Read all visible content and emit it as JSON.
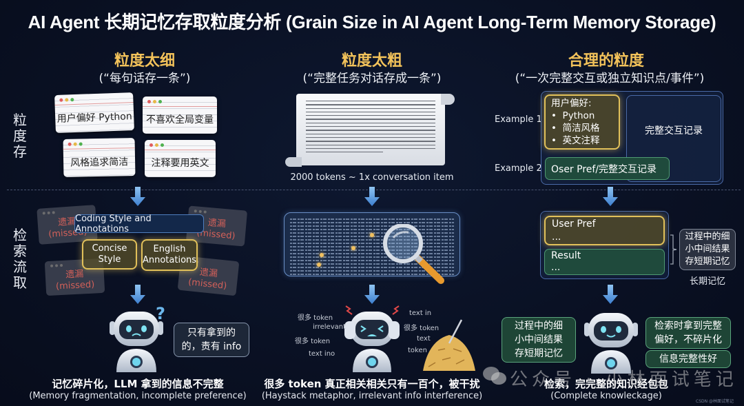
{
  "title": "AI Agent 长期记忆存取粒度分析 (Grain Size in AI Agent Long-Term Memory Storage)",
  "row_labels": {
    "store": "粒度存",
    "retrieve": "检索流取"
  },
  "columns": [
    {
      "heading": "粒度太细",
      "subheading": "(“每句话存一条”)",
      "store_cards": [
        "用户偏好 Python",
        "不喜欢全局变量",
        "风格追求简洁",
        "注释要用英文"
      ],
      "retrieve": {
        "query_label": "Coding Style and Annotations",
        "hits": [
          "Concise\nStyle",
          "English\nAnnotations"
        ],
        "missed_label": "遗漏",
        "missed_sub": "(missed)"
      },
      "robot_state": "confused",
      "speech_bubble": "只有拿到的\n的，责有 info",
      "result_zh": "记忆碎片化，LLM 拿到的信息不完整",
      "result_en": "(Memory fragmentation, incomplete preference)"
    },
    {
      "heading": "粒度太粗",
      "subheading": "(“完整任务对话存成一条”)",
      "scroll_caption": "2000 tokens ~ 1x conversation item",
      "robot_state": "overwhelmed",
      "noise_words_left": [
        "很多 token",
        "irrelevant",
        "很多 token",
        "text ino"
      ],
      "noise_words_right": [
        "text in",
        "很多 token",
        "text",
        "token"
      ],
      "result_zh": "很多 token 真正相关相关只有一百个，被干扰",
      "result_en": "(Haystack metaphor, irrelevant info interference)"
    },
    {
      "heading": "合理的粒度",
      "subheading": "(“一次完整交互或独立知识点/事件”)",
      "examples": [
        {
          "label": "Example 1",
          "pref_title": "用户偏好:",
          "pref_items": [
            "Python",
            "简洁风格",
            "英文注释"
          ],
          "record": "完整交互记录"
        },
        {
          "label": "Example 2",
          "record": "Oser Pref/完整交互记录"
        }
      ],
      "retrieve": {
        "user_pref": "User Pref",
        "user_pref_more": "...",
        "result": "Result",
        "result_more": "...",
        "side_note": "过程中的细\n小中间结果\n存短期记忆",
        "long_term_label": "长期记忆"
      },
      "robot_state": "happy",
      "left_note": "过程中的细\n小中间结果\n存短期记忆",
      "right_note_1": "检索时拿到完整\n偏好，不碎片化",
      "right_note_2": "信息完整性好",
      "result_zh": "检索，完完整的知识经包包",
      "result_en": "(Complete knowleckage)"
    }
  ],
  "watermark": "公众号 · 小林面试笔记",
  "credit": "CSDN @林面试笔记",
  "colors": {
    "background": "#0a1124",
    "heading_gold": "#f2c25a",
    "missed_red": "#e8695f",
    "query_blue": "#4f7fc0",
    "hit_gold": "#e2c15a",
    "green_box": "#4f9a72",
    "arrow_blue": "#5d9ce0"
  }
}
